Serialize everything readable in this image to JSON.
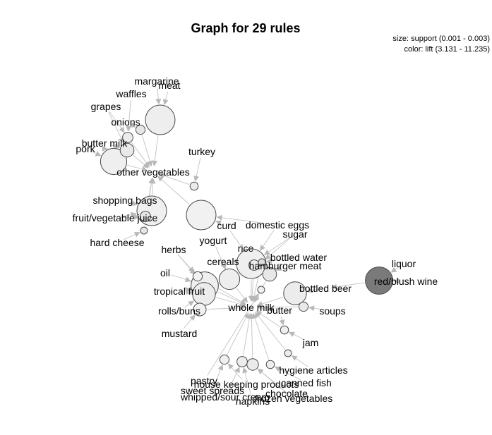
{
  "title": "Graph for 29 rules",
  "legend": {
    "size": "size: support (0.001 - 0.003)",
    "color": "color: lift (3.131 - 11.235)"
  },
  "colors": {
    "edge": "#c8c8c8",
    "node_stroke": "#4a4a4a",
    "lift_low": "#f2f2f2",
    "lift_high": "#7a7a7a"
  },
  "items": [
    "margarine",
    "meat",
    "waffles",
    "grapes",
    "onions",
    "butter milk",
    "pork",
    "turkey",
    "other vegetables",
    "shopping bags",
    "fruit/vegetable juice",
    "hard cheese",
    "curd",
    "domestic eggs",
    "sugar",
    "yogurt",
    "rice",
    "herbs",
    "cereals",
    "bottled water",
    "hamburger meat",
    "oil",
    "liquor",
    "red/blush wine",
    "bottled beer",
    "tropical fruit",
    "soups",
    "rolls/buns",
    "butter",
    "whole milk",
    "mustard",
    "jam",
    "hygiene articles",
    "canned fish",
    "pastry",
    "house keeping products",
    "sweet spreads",
    "chocolate",
    "whipped/sour cream",
    "frozen vegetables",
    "napkins"
  ],
  "rules": [
    {
      "id": 1,
      "support": 0.003,
      "lift": 3.4
    },
    {
      "id": 2,
      "support": 0.0013,
      "lift": 3.5
    },
    {
      "id": 3,
      "support": 0.0012,
      "lift": 3.9
    },
    {
      "id": 4,
      "support": 0.0016,
      "lift": 3.7
    },
    {
      "id": 5,
      "support": 0.0027,
      "lift": 3.3
    },
    {
      "id": 6,
      "support": 0.0011,
      "lift": 3.6
    },
    {
      "id": 7,
      "support": 0.003,
      "lift": 3.3
    },
    {
      "id": 8,
      "support": 0.0013,
      "lift": 3.8
    },
    {
      "id": 9,
      "support": 0.001,
      "lift": 3.9
    },
    {
      "id": 10,
      "support": 0.003,
      "lift": 3.2
    },
    {
      "id": 11,
      "support": 0.0028,
      "lift": 3.3
    },
    {
      "id": 12,
      "support": 0.0024,
      "lift": 3.5
    },
    {
      "id": 13,
      "support": 0.0022,
      "lift": 3.4
    },
    {
      "id": 14,
      "support": 0.0013,
      "lift": 3.6
    },
    {
      "id": 15,
      "support": 0.003,
      "lift": 3.3
    },
    {
      "id": 16,
      "support": 0.001,
      "lift": 4.6
    },
    {
      "id": 17,
      "support": 0.0016,
      "lift": 3.8
    },
    {
      "id": 18,
      "support": 0.0028,
      "lift": 11.2
    },
    {
      "id": 19,
      "support": 0.0024,
      "lift": 3.5
    },
    {
      "id": 20,
      "support": 0.0012,
      "lift": 3.7
    },
    {
      "id": 21,
      "support": 0.0011,
      "lift": 3.4
    },
    {
      "id": 22,
      "support": 0.001,
      "lift": 3.5
    },
    {
      "id": 23,
      "support": 0.0011,
      "lift": 3.4
    },
    {
      "id": 24,
      "support": 0.0014,
      "lift": 3.6
    },
    {
      "id": 25,
      "support": 0.0013,
      "lift": 3.5
    },
    {
      "id": 26,
      "support": 0.0012,
      "lift": 3.3
    },
    {
      "id": 27,
      "support": 0.001,
      "lift": 3.2
    },
    {
      "id": 28,
      "support": 0.0015,
      "lift": 3.2
    },
    {
      "id": 29,
      "support": 0.0012,
      "lift": 3.1
    }
  ],
  "edges": [
    [
      "margarine",
      1
    ],
    [
      "meat",
      1
    ],
    [
      1,
      "other vegetables"
    ],
    [
      "grapes",
      2
    ],
    [
      "waffles",
      2
    ],
    [
      2,
      "other vegetables"
    ],
    [
      "onions",
      3
    ],
    [
      3,
      "other vegetables"
    ],
    [
      "butter milk",
      4
    ],
    [
      "grapes",
      4
    ],
    [
      4,
      "other vegetables"
    ],
    [
      "pork",
      5
    ],
    [
      "butter milk",
      5
    ],
    [
      5,
      "other vegetables"
    ],
    [
      "turkey",
      6
    ],
    [
      6,
      "other vegetables"
    ],
    [
      "shopping bags",
      7
    ],
    [
      "fruit/vegetable juice",
      7
    ],
    [
      7,
      "other vegetables"
    ],
    [
      "fruit/vegetable juice",
      8
    ],
    [
      8,
      "other vegetables"
    ],
    [
      "hard cheese",
      9
    ],
    [
      9,
      "other vegetables"
    ],
    [
      "curd",
      10
    ],
    [
      "domestic eggs",
      10
    ],
    [
      10,
      "other vegetables"
    ],
    [
      "tropical fruit",
      11
    ],
    [
      "herbs",
      11
    ],
    [
      "oil",
      11
    ],
    [
      11,
      "whole milk"
    ],
    [
      "rolls/buns",
      12
    ],
    [
      "tropical fruit",
      12
    ],
    [
      12,
      "whole milk"
    ],
    [
      "cereals",
      13
    ],
    [
      "yogurt",
      13
    ],
    [
      13,
      "whole milk"
    ],
    [
      "curd",
      14
    ],
    [
      "rice",
      14
    ],
    [
      14,
      "whole milk"
    ],
    [
      "domestic eggs",
      15
    ],
    [
      "rice",
      15
    ],
    [
      "sugar",
      15
    ],
    [
      15,
      "whole milk"
    ],
    [
      "bottled water",
      16
    ],
    [
      "sugar",
      16
    ],
    [
      16,
      "whole milk"
    ],
    [
      "hamburger meat",
      17
    ],
    [
      17,
      "whole milk"
    ],
    [
      "liquor",
      18
    ],
    [
      "red/blush wine",
      18
    ],
    [
      18,
      "bottled beer"
    ],
    [
      "bottled beer",
      19
    ],
    [
      19,
      "whole milk"
    ],
    [
      "soups",
      20
    ],
    [
      20,
      "whole milk"
    ],
    [
      "butter",
      21
    ],
    [
      "jam",
      21
    ],
    [
      21,
      "whole milk"
    ],
    [
      "hygiene articles",
      22
    ],
    [
      22,
      "whole milk"
    ],
    [
      "canned fish",
      23
    ],
    [
      23,
      "whole milk"
    ],
    [
      "chocolate",
      24
    ],
    [
      "frozen vegetables",
      24
    ],
    [
      24,
      "whole milk"
    ],
    [
      "whipped/sour cream",
      25
    ],
    [
      "napkins",
      25
    ],
    [
      25,
      "whole milk"
    ],
    [
      "house keeping products",
      26
    ],
    [
      "sweet spreads",
      26
    ],
    [
      26,
      "whole milk"
    ],
    [
      "pastry",
      27
    ],
    [
      27,
      "whole milk"
    ],
    [
      "mustard",
      28
    ],
    [
      28,
      "whole milk"
    ],
    [
      "herbs",
      29
    ],
    [
      29,
      "whole milk"
    ]
  ]
}
